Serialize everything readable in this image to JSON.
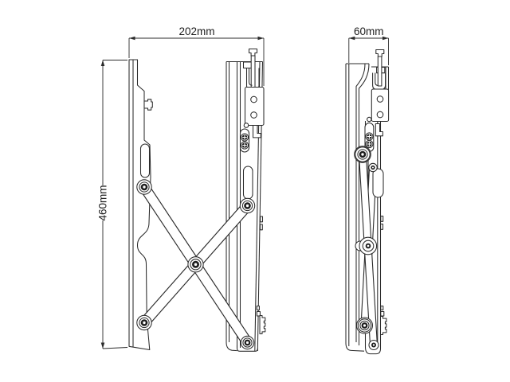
{
  "diagram": {
    "background_color": "#ffffff",
    "line_color": "#2b2b2b",
    "dimensions": {
      "width": {
        "label": "202mm",
        "value": 202,
        "unit": "mm"
      },
      "depth": {
        "label": "60mm",
        "value": 60,
        "unit": "mm"
      },
      "height": {
        "label": "460mm",
        "value": 460,
        "unit": "mm"
      }
    }
  }
}
